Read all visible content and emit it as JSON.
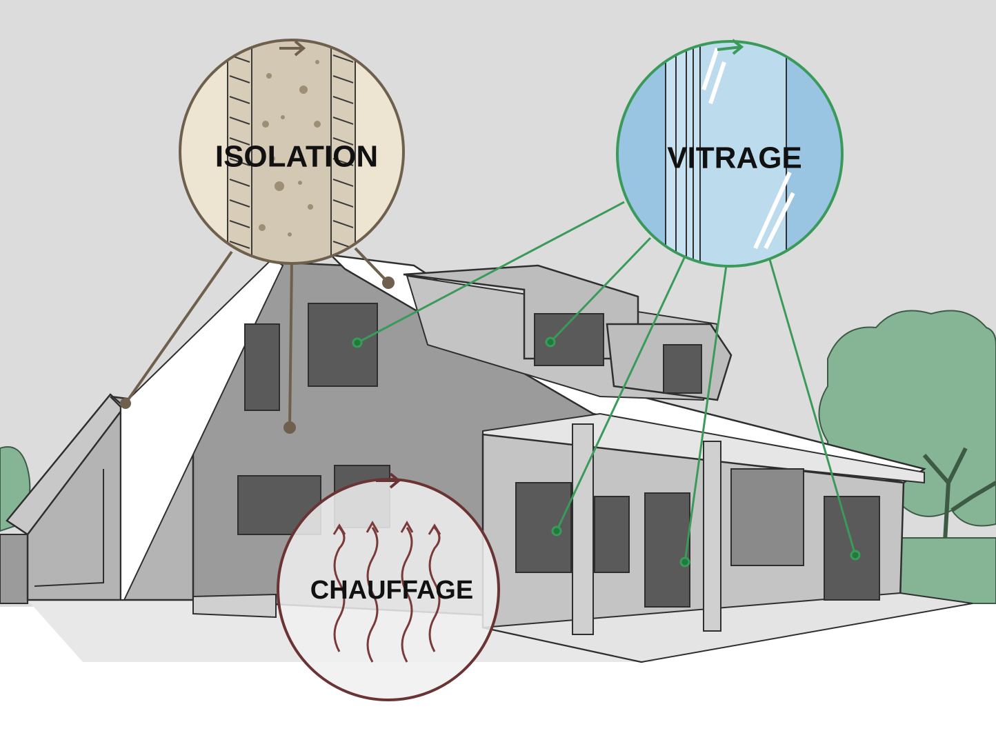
{
  "callouts": {
    "isolation": {
      "label": "ISOLATION",
      "color": "#6e604c",
      "fill": "#ede4d1"
    },
    "vitrage": {
      "label": "VITRAGE",
      "color": "#3a9a5a",
      "fill": "#a9d2ea"
    },
    "chauffage": {
      "label": "CHAUFFAGE",
      "color": "#6b3434",
      "fill": "#f0f0f0"
    }
  },
  "colors": {
    "sky": "#dcdcdc",
    "ground": "#ffffff",
    "house_wall": "#9b9b9b",
    "house_light": "#c4c4c4",
    "roof_white": "#ffffff",
    "window": "#5a5a5a",
    "tree": "#86b596",
    "line": "#2e2e2e"
  }
}
